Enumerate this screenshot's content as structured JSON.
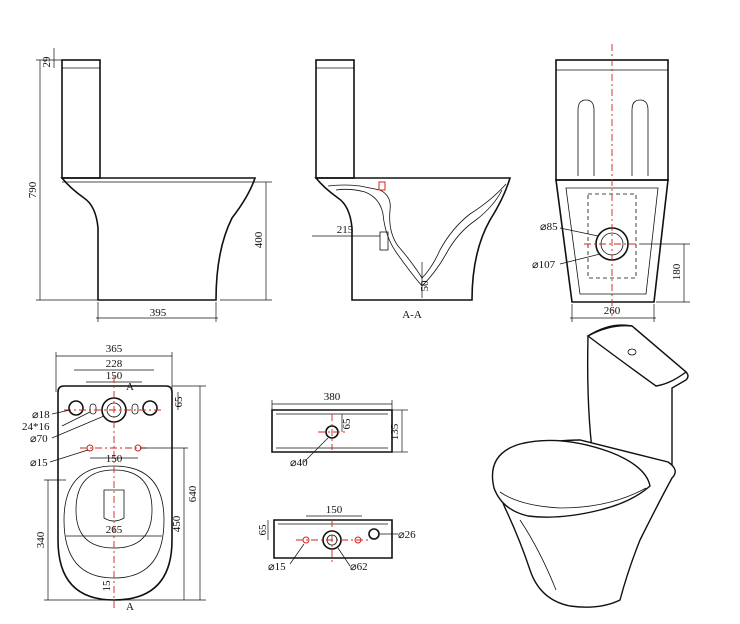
{
  "accent_color": "#d0231d",
  "side_view": {
    "dim_total_height": "790",
    "dim_tank_lid": "29",
    "dim_seat_height": "400",
    "dim_base_length": "395"
  },
  "section_view": {
    "dim_outlet_offset": "215",
    "dim_trap": "50",
    "label": "A-A"
  },
  "rear_view": {
    "dim_inlet_diameter": "⌀85",
    "dim_outlet_diameter": "⌀107",
    "dim_outlet_height": "180",
    "dim_width": "260"
  },
  "top_view": {
    "dim_overall_width": "365",
    "dim_228": "228",
    "dim_150_top": "150",
    "section_marker": "A",
    "dim_hole_18": "⌀18",
    "dim_slot": "24*16",
    "dim_hole_70": "⌀70",
    "dim_hole_15": "⌀15",
    "dim_65": "65",
    "dim_150_mid": "150",
    "dim_bowl_width": "265",
    "dim_overall_length": "640",
    "dim_450": "450",
    "dim_340": "340",
    "dim_15_bottom": "15"
  },
  "tank_top_view": {
    "dim_width": "380",
    "dim_65": "65",
    "dim_depth": "135",
    "dim_hole": "⌀40"
  },
  "tank_base_view": {
    "dim_150": "150",
    "dim_65": "65",
    "dim_hole_26": "⌀26",
    "dim_hole_15": "⌀15",
    "dim_hole_62": "⌀62"
  }
}
